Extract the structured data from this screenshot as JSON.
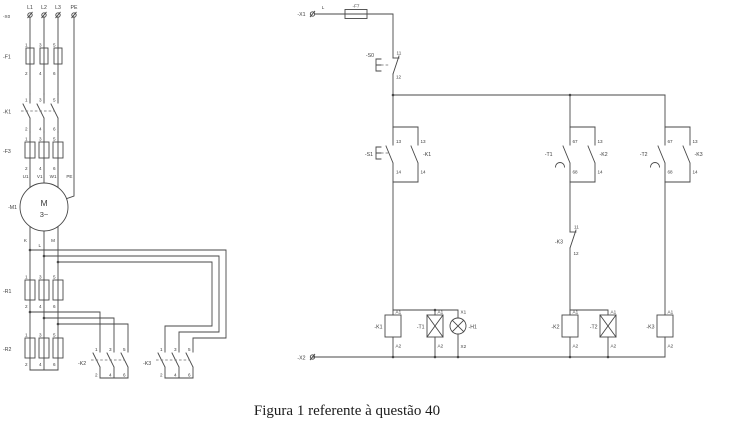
{
  "caption": "Figura 1 referente à questão 40",
  "power": {
    "strip_tag": "-X0",
    "phases": [
      "L1",
      "L2",
      "L3",
      "PE"
    ],
    "fuse": {
      "tag": "-F1",
      "top": [
        "1",
        "3",
        "5"
      ],
      "bot": [
        "2",
        "4",
        "6"
      ]
    },
    "k1": {
      "tag": "-K1",
      "top": [
        "1",
        "3",
        "5"
      ],
      "bot": [
        "2",
        "4",
        "6"
      ]
    },
    "ol": {
      "tag": "-F3",
      "top": [
        "1",
        "3",
        "5"
      ],
      "bot": [
        "2",
        "4",
        "6"
      ]
    },
    "motor": {
      "tag": "-M1",
      "letter": "M",
      "phase": "3~",
      "terminals": [
        "U1",
        "V1",
        "W1",
        "PE"
      ],
      "rotor": [
        "K",
        "L",
        "M"
      ]
    },
    "r1": {
      "tag": "-R1",
      "top": [
        "1",
        "3",
        "5"
      ],
      "bot": [
        "2",
        "4",
        "6"
      ]
    },
    "r2": {
      "tag": "-R2",
      "top": [
        "1",
        "3",
        "5"
      ],
      "bot": [
        "2",
        "4",
        "6"
      ]
    },
    "k2": {
      "tag": "-K2",
      "top": [
        "1",
        "3",
        "5"
      ],
      "bot": [
        "2",
        "4",
        "6"
      ]
    },
    "k3": {
      "tag": "-K3",
      "top": [
        "1",
        "3",
        "5"
      ],
      "bot": [
        "2",
        "4",
        "6"
      ]
    }
  },
  "control": {
    "x1": "-X1",
    "line": "L",
    "fuse_tag": "-F7",
    "x2": "-X2",
    "s0": {
      "tag": "-S0",
      "a": "11",
      "b": "12"
    },
    "s1": {
      "tag": "-S1",
      "a": "13",
      "b": "14"
    },
    "k1aux": {
      "tag": "-K1",
      "a": "13",
      "b": "14"
    },
    "t1c": {
      "tag": "-T1",
      "a": "67",
      "b": "68"
    },
    "k2aux": {
      "tag": "-K2",
      "a": "13",
      "b": "14"
    },
    "k3nc": {
      "tag": "-K3",
      "a": "11",
      "b": "12"
    },
    "t2c": {
      "tag": "-T2",
      "a": "67",
      "b": "68"
    },
    "k3aux": {
      "tag": "-K3",
      "a": "13",
      "b": "14"
    },
    "k1coil": {
      "tag": "-K1",
      "a": "A1",
      "b": "A2"
    },
    "t1coil": {
      "tag": "-T1",
      "a": "A1",
      "b": "A2"
    },
    "h1": {
      "tag": "-H1",
      "a": "X1",
      "b": "X2"
    },
    "k2coil": {
      "tag": "-K2",
      "a": "A1",
      "b": "A2"
    },
    "t2coil": {
      "tag": "-T2",
      "a": "A1",
      "b": "A2"
    },
    "k3coil": {
      "tag": "-K3",
      "a": "A1",
      "b": "A2"
    }
  }
}
